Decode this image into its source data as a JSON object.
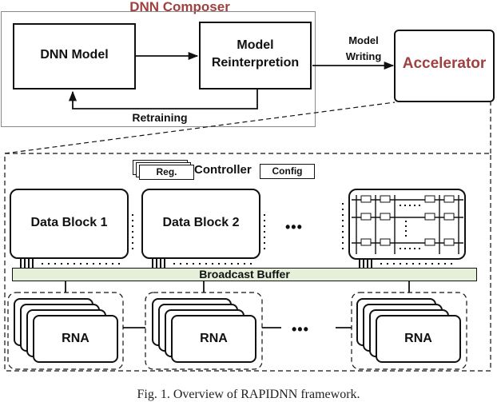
{
  "composer": {
    "title": "DNN Composer",
    "dnn_model": "DNN Model",
    "reinterp_line1": "Model",
    "reinterp_line2": "Reinterpretion",
    "retraining": "Retraining"
  },
  "model_writing": {
    "line1": "Model",
    "line2": "Writing"
  },
  "accelerator": "Accelerator",
  "controller": {
    "reg": "Reg.",
    "label": "Controller",
    "config": "Config"
  },
  "data_blocks": [
    "Data Block 1",
    "Data Block 2"
  ],
  "ellipsis": "•••",
  "broadcast_buffer": "Broadcast Buffer",
  "rna_label": "RNA",
  "caption": "Fig. 1.  Overview of RAPIDNN framework.",
  "colors": {
    "composer_title": "#a0413f",
    "accelerator": "#a0413f",
    "buffer_fill": "#e6efd9"
  }
}
